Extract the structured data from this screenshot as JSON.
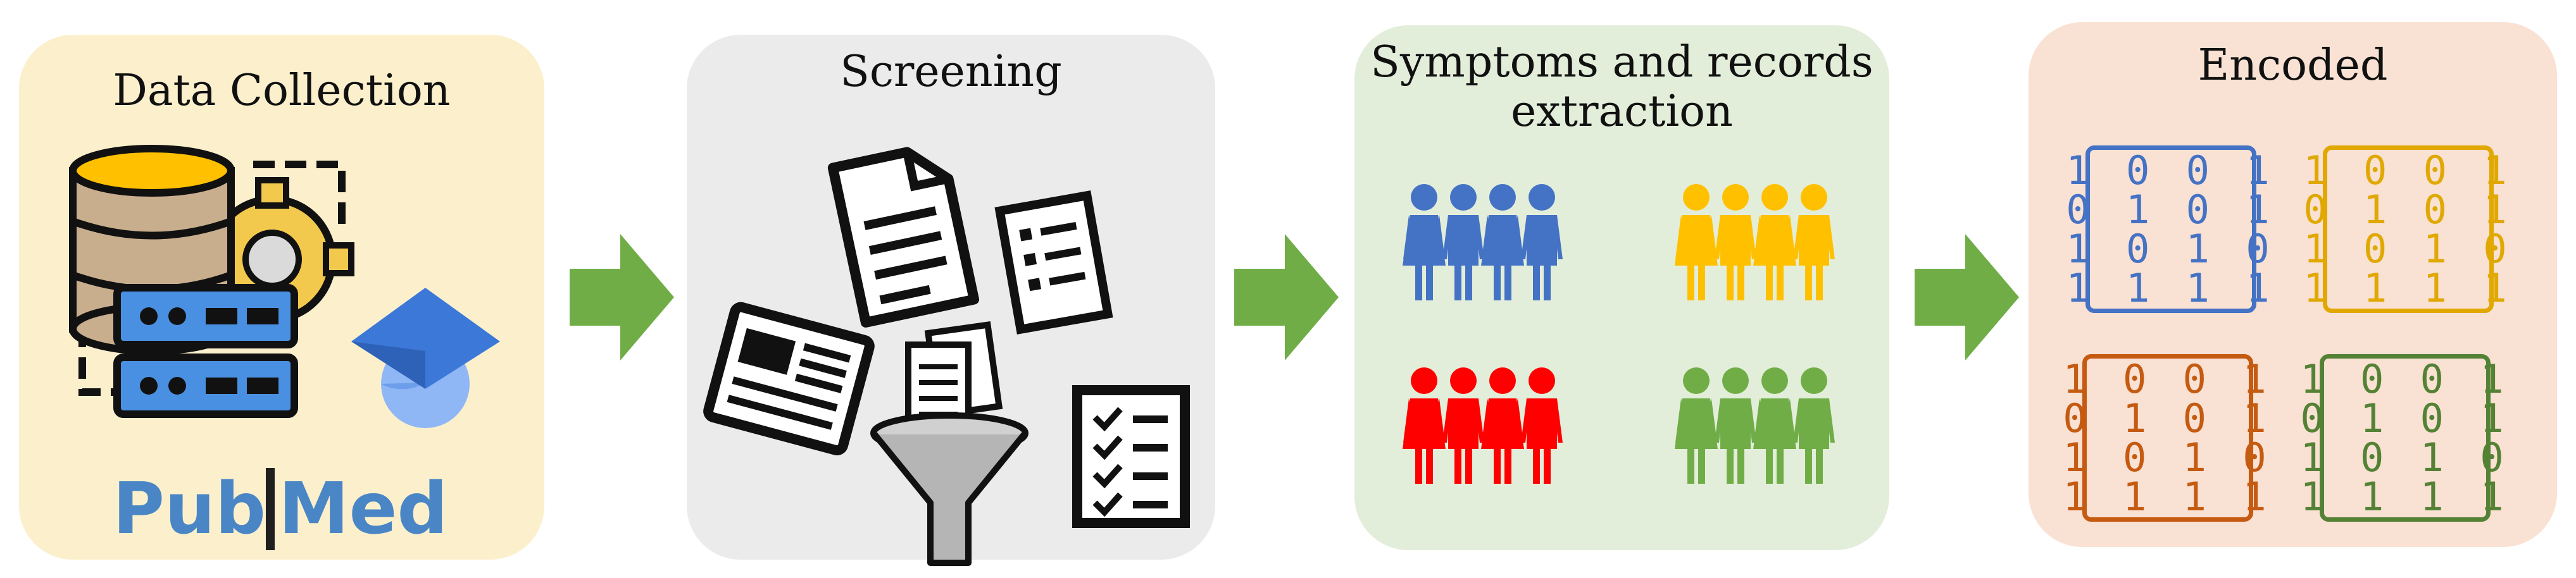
{
  "panels": [
    {
      "title": "Data Collection",
      "fill": "#FCF0CC"
    },
    {
      "title": "Screening",
      "fill": "#EBEBEB"
    },
    {
      "title_line1": "Symptoms and records",
      "title_line2": "extraction",
      "fill": "#E3EEDA"
    },
    {
      "title": "Encoded",
      "fill": "#F9E1D3"
    }
  ],
  "logo": {
    "pub": "Pub",
    "med": "Med",
    "color": "#4A86C5"
  },
  "groups": [
    {
      "color": "#4472C4"
    },
    {
      "color": "#FFC000"
    },
    {
      "color": "#FF0000"
    },
    {
      "color": "#70AD47"
    }
  ],
  "matrices": [
    {
      "color": "#4472C4",
      "rows": [
        "1 0 0 1",
        "0 1 0 1",
        "1 0 1 0",
        "1 1 1 1"
      ]
    },
    {
      "color": "#E0A800",
      "rows": [
        "1 0 0 1",
        "0 1 0 1",
        "1 0 1 0",
        "1 1 1 1"
      ]
    },
    {
      "color": "#C55A11",
      "rows": [
        "1 0 0 1",
        "0 1 0 1",
        "1 0 1 0",
        "1 1 1 1"
      ]
    },
    {
      "color": "#548235",
      "rows": [
        "1 0 0 1",
        "0 1 0 1",
        "1 0 1 0",
        "1 1 1 1"
      ]
    }
  ],
  "arrow_color": "#70AD47"
}
